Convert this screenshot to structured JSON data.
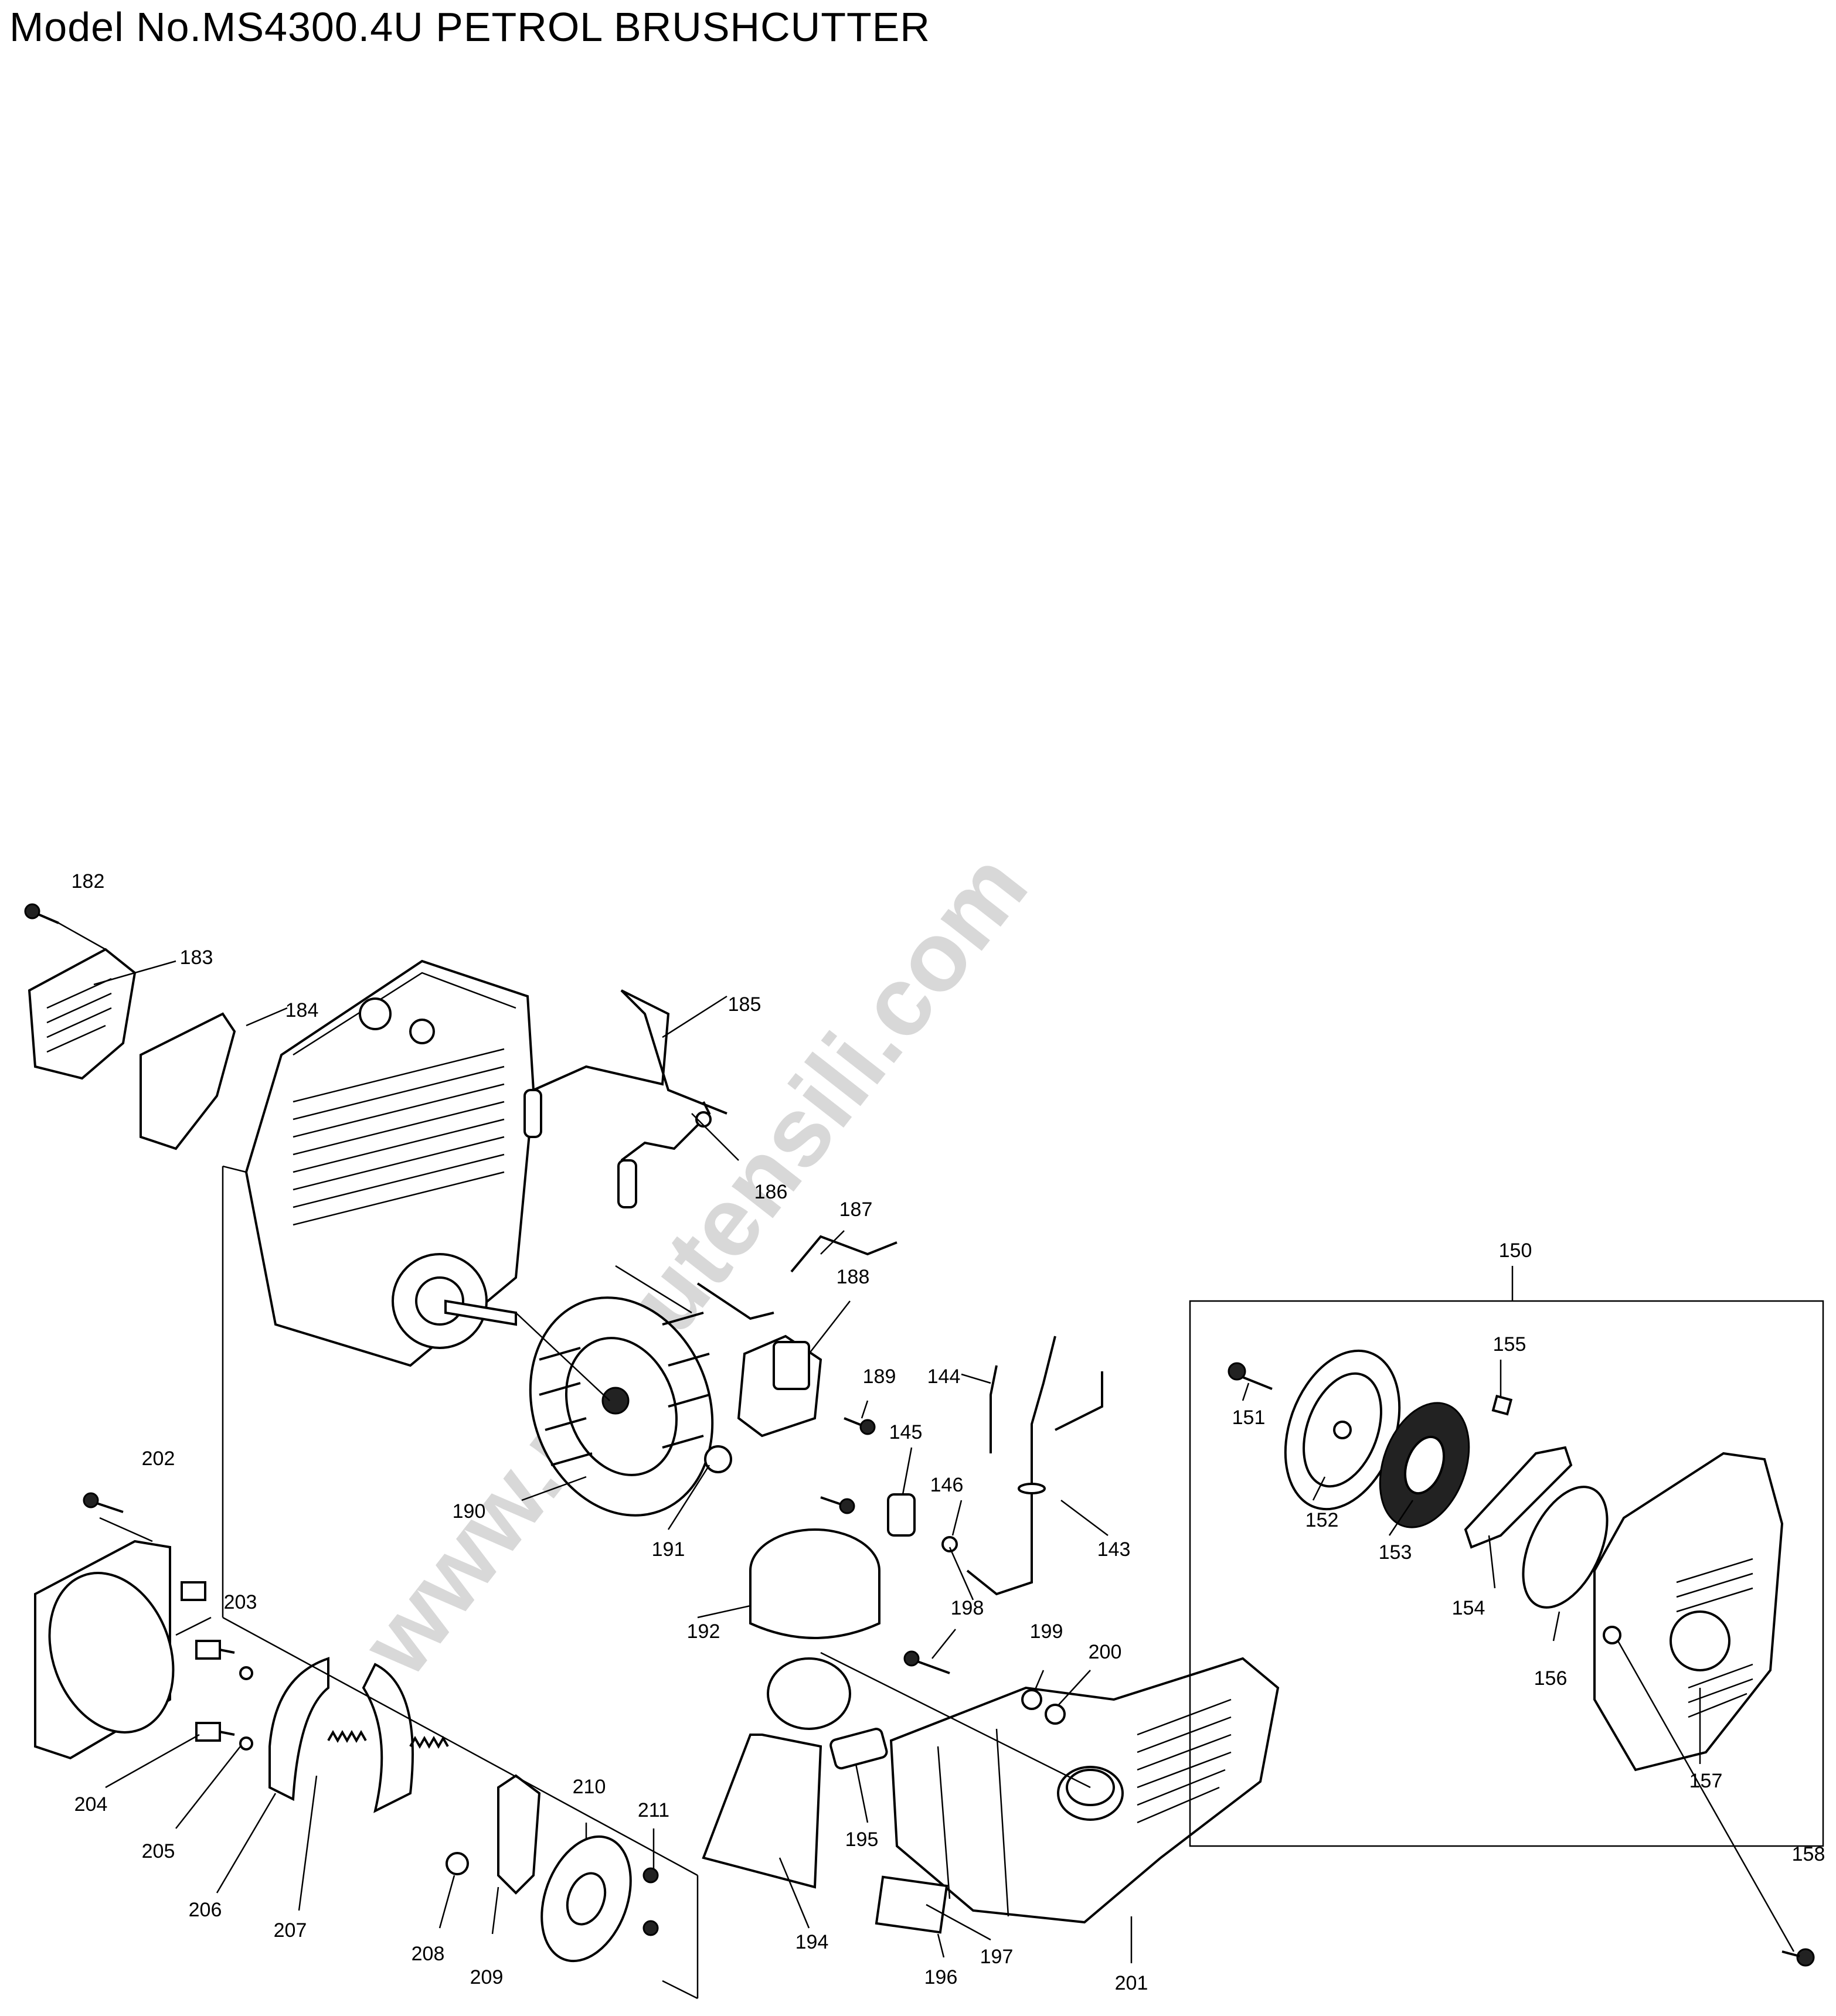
{
  "title": "Model No.MS4300.4U PETROL BRUSHCUTTER",
  "watermark": "www.ricoutensili.com",
  "callouts": [
    "182",
    "183",
    "184",
    "185",
    "186",
    "187",
    "188",
    "189",
    "190",
    "191",
    "192",
    "194",
    "195",
    "196",
    "197",
    "198",
    "199",
    "200",
    "201",
    "202",
    "203",
    "204",
    "205",
    "206",
    "207",
    "208",
    "209",
    "210",
    "211",
    "143",
    "144",
    "145",
    "146",
    "150",
    "151",
    "152",
    "153",
    "154",
    "155",
    "156",
    "157",
    "158"
  ]
}
